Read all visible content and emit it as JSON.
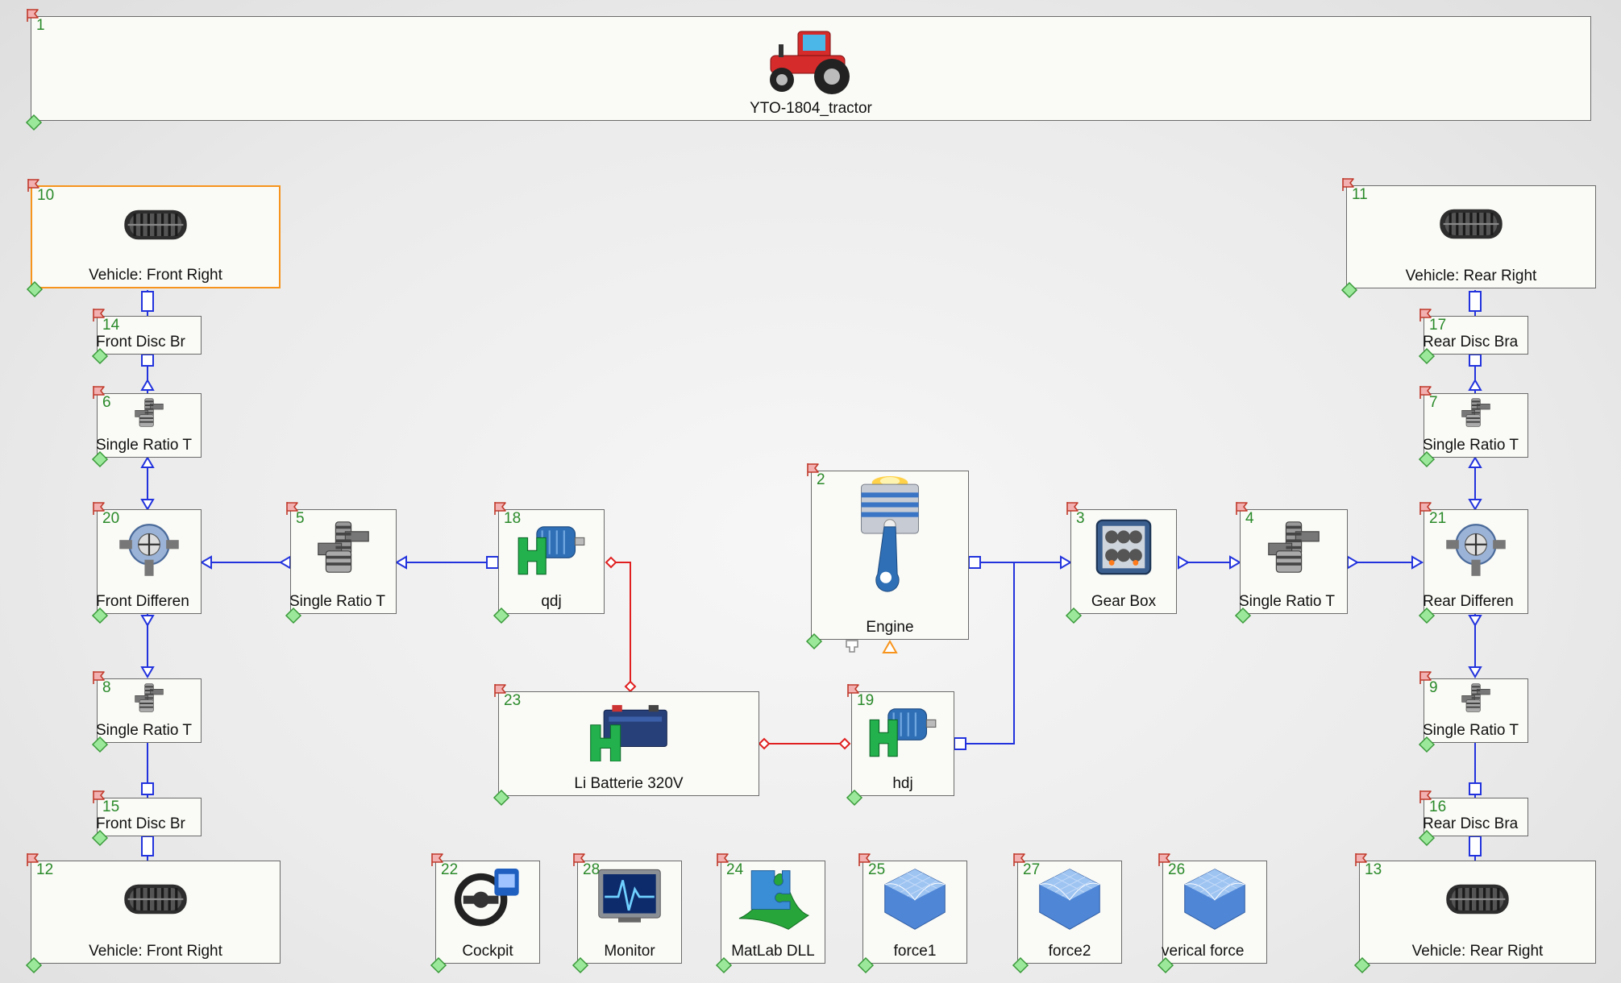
{
  "colors": {
    "mech": "#2233dd",
    "elec": "#e02020",
    "num": "#2a8a2a",
    "select": "#f7941d"
  },
  "blocks": [
    {
      "id": "tractor",
      "num": "1",
      "label": "YTO-1804_tractor",
      "icon": "tractor-icon"
    },
    {
      "id": "tire-fr",
      "num": "10",
      "label": "Vehicle: Front Right",
      "icon": "tire-icon"
    },
    {
      "id": "tire-rr",
      "num": "11",
      "label": "Vehicle: Rear Right",
      "icon": "tire-icon"
    },
    {
      "id": "tire-fr2",
      "num": "12",
      "label": "Vehicle: Front Right",
      "icon": "tire-icon"
    },
    {
      "id": "tire-rr2",
      "num": "13",
      "label": "Vehicle: Rear Right",
      "icon": "tire-icon"
    },
    {
      "id": "brake14",
      "num": "14",
      "label": "Front Disc Br"
    },
    {
      "id": "brake17",
      "num": "17",
      "label": "Rear Disc Bra"
    },
    {
      "id": "brake15",
      "num": "15",
      "label": "Front Disc Br"
    },
    {
      "id": "brake16",
      "num": "16",
      "label": "Rear Disc Bra"
    },
    {
      "id": "srt6",
      "num": "6",
      "label": "Single Ratio T",
      "icon": "gear-pair-icon"
    },
    {
      "id": "srt7",
      "num": "7",
      "label": "Single Ratio T",
      "icon": "gear-pair-icon"
    },
    {
      "id": "srt8",
      "num": "8",
      "label": "Single Ratio T",
      "icon": "gear-pair-icon"
    },
    {
      "id": "srt9",
      "num": "9",
      "label": "Single Ratio T",
      "icon": "gear-pair-icon"
    },
    {
      "id": "diff20",
      "num": "20",
      "label": "Front Differen",
      "icon": "differential-icon"
    },
    {
      "id": "diff21",
      "num": "21",
      "label": "Rear Differen",
      "icon": "differential-icon"
    },
    {
      "id": "srt5",
      "num": "5",
      "label": "Single Ratio T",
      "icon": "gear-pair-icon"
    },
    {
      "id": "srt4",
      "num": "4",
      "label": "Single Ratio T",
      "icon": "gear-pair-icon"
    },
    {
      "id": "qdj",
      "num": "18",
      "label": "qdj",
      "icon": "electric-motor-icon"
    },
    {
      "id": "hdj",
      "num": "19",
      "label": "hdj",
      "icon": "electric-motor-icon"
    },
    {
      "id": "engine",
      "num": "2",
      "label": "Engine",
      "icon": "piston-icon"
    },
    {
      "id": "gearbox",
      "num": "3",
      "label": "Gear Box",
      "icon": "gearbox-icon"
    },
    {
      "id": "battery",
      "num": "23",
      "label": "Li Batterie 320V",
      "icon": "battery-icon"
    },
    {
      "id": "cockpit",
      "num": "22",
      "label": "Cockpit",
      "icon": "steering-wheel-icon"
    },
    {
      "id": "monitor",
      "num": "28",
      "label": "Monitor",
      "icon": "monitor-icon"
    },
    {
      "id": "matlab",
      "num": "24",
      "label": "MatLab DLL",
      "icon": "matlab-icon"
    },
    {
      "id": "force1",
      "num": "25",
      "label": "force1",
      "icon": "surface-icon"
    },
    {
      "id": "force2",
      "num": "27",
      "label": "force2",
      "icon": "surface-icon"
    },
    {
      "id": "vforce",
      "num": "26",
      "label": "verical force",
      "icon": "surface-icon"
    }
  ]
}
